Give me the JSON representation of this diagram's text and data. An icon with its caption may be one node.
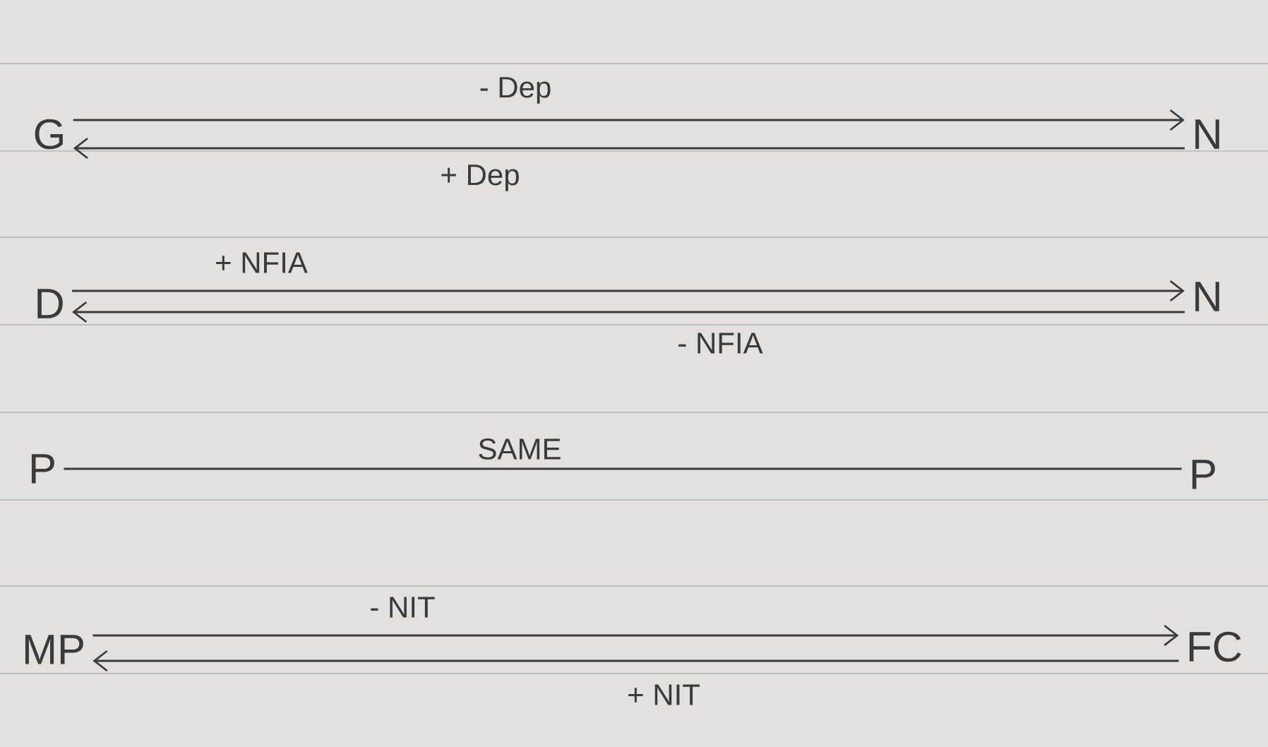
{
  "diagram": {
    "nodes": [
      {
        "text": [
          "G"
        ]
      },
      {
        "text": [
          "N"
        ]
      },
      {
        "text": [
          "D"
        ]
      },
      {
        "text": [
          "N"
        ]
      },
      {
        "text": [
          "P"
        ]
      },
      {
        "text": [
          "P"
        ]
      },
      {
        "text": [
          "MP"
        ]
      },
      {
        "text": [
          "FC"
        ]
      }
    ],
    "edges": [
      {
        "from": 0,
        "to": 1,
        "arrow": "to",
        "label": "- Dep"
      },
      {
        "from": 1,
        "to": 0,
        "arrow": "to",
        "label": "+ Dep"
      },
      {
        "from": 2,
        "to": 3,
        "arrow": "to",
        "label": "+ NFIA"
      },
      {
        "from": 3,
        "to": 2,
        "arrow": "to",
        "label": "- NFIA"
      },
      {
        "from": 4,
        "to": 5,
        "arrow": "none",
        "label": "SAME"
      },
      {
        "from": 6,
        "to": 7,
        "arrow": "to",
        "label": "- NIT"
      },
      {
        "from": 7,
        "to": 6,
        "arrow": "to",
        "label": "+ NIT"
      }
    ]
  }
}
